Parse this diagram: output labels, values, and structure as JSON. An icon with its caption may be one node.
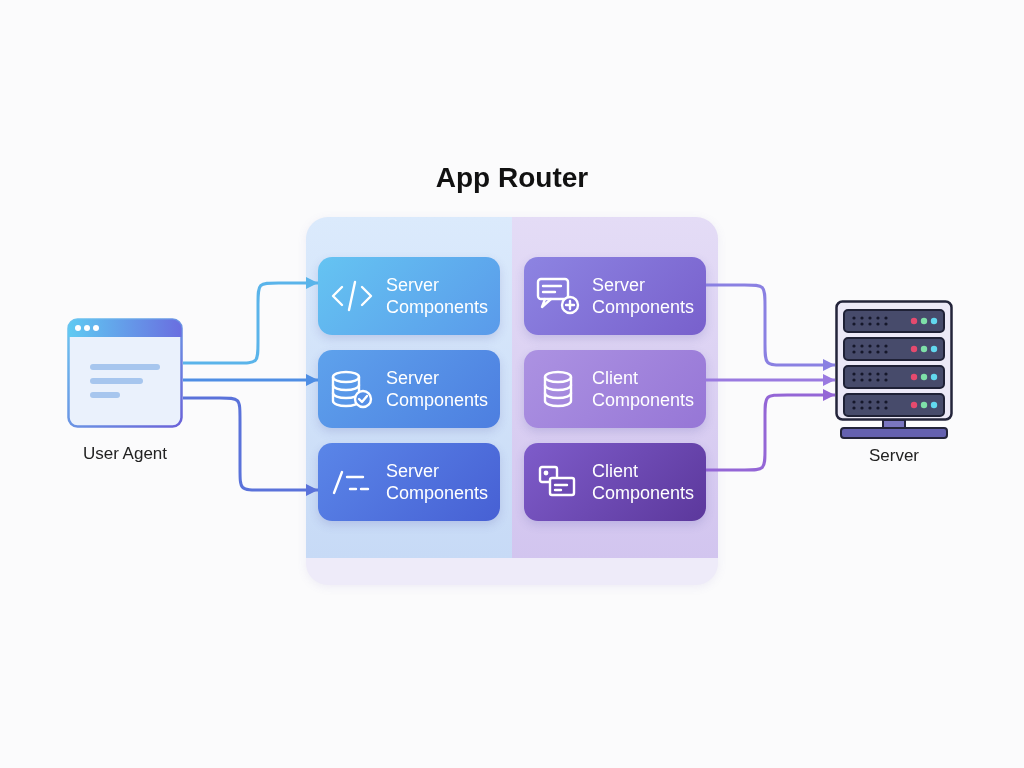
{
  "diagram": {
    "nodes": [
      {
        "text": [
          "User Agent"
        ]
      },
      {
        "text": [
          "App Router"
        ]
      },
      {
        "text": [
          "Server Components"
        ],
        "in": 1
      },
      {
        "text": [
          "Server Components"
        ],
        "in": 1
      },
      {
        "text": [
          "Server Components"
        ],
        "in": 1
      },
      {
        "text": [
          "Client Components"
        ],
        "in": 1
      },
      {
        "text": [
          "Server Components"
        ],
        "in": 1
      },
      {
        "text": [
          "Client Components"
        ],
        "in": 1
      },
      {
        "text": [
          "Server"
        ]
      }
    ],
    "edges": [
      {
        "from": 0,
        "to": 2,
        "arrow": "to",
        "color": "#5ab4ea"
      },
      {
        "from": 0,
        "to": 4,
        "arrow": "to",
        "color": "#4f8ee4"
      },
      {
        "from": 0,
        "to": 6,
        "arrow": "to",
        "color": "#5a72da"
      },
      {
        "from": 3,
        "to": 8,
        "arrow": "to",
        "color": "#8a80e2"
      },
      {
        "from": 5,
        "to": 8,
        "arrow": "to",
        "color": "#9a7ae0"
      },
      {
        "from": 7,
        "to": 8,
        "arrow": "to",
        "color": "#9466d6"
      }
    ]
  }
}
